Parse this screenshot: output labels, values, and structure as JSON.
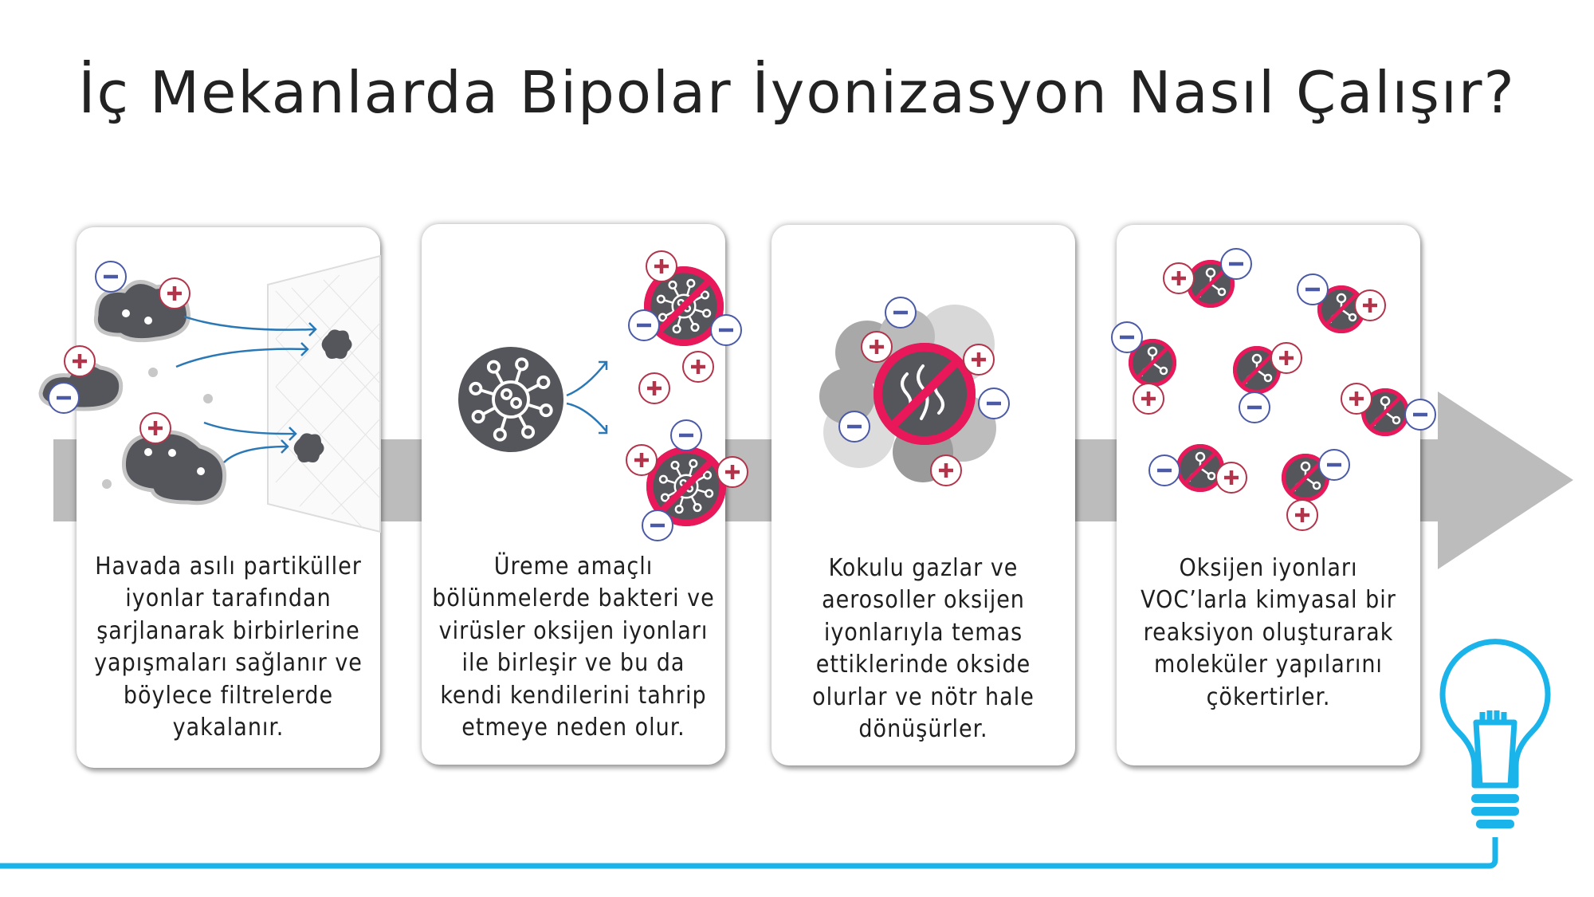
{
  "title": "İç Mekanlarda Bipolar İyonizasyon Nasıl Çalışır?",
  "colors": {
    "accent_blue": "#1ab3ea",
    "band_gray": "#bcbcbc",
    "block_red": "#e8185a",
    "dark": "#55565b",
    "plus": "#b2344b",
    "minus": "#4b5aa6"
  },
  "cards": [
    {
      "icon": "particles-filter-illustration",
      "lines": [
        "Havada asılı partiküller",
        "iyonlar tarafından",
        "şarjlanarak birbirlerine",
        "yapışmaları sağlanır ve",
        "böylece filtrelerde",
        "yakalanır."
      ]
    },
    {
      "icon": "virus-blocked-illustration",
      "lines": [
        "Üreme amaçlı",
        "bölünmelerde bakteri ve",
        "virüsler oksijen iyonları",
        "ile birleşir ve bu da",
        "kendi kendilerini tahrip",
        "etmeye neden olur."
      ]
    },
    {
      "icon": "odor-blocked-illustration",
      "lines": [
        "Kokulu gazlar ve",
        "aerosoller oksijen",
        "iyonlarıyla temas",
        "ettiklerinde okside",
        "olurlar ve nötr hale",
        "dönüşürler."
      ]
    },
    {
      "icon": "voc-molecules-blocked-illustration",
      "lines": [
        "Oksijen iyonları",
        "VOC’larla kimyasal bir",
        "reaksiyon oluşturarak",
        "moleküler yapılarını",
        "çökertirler."
      ]
    }
  ]
}
